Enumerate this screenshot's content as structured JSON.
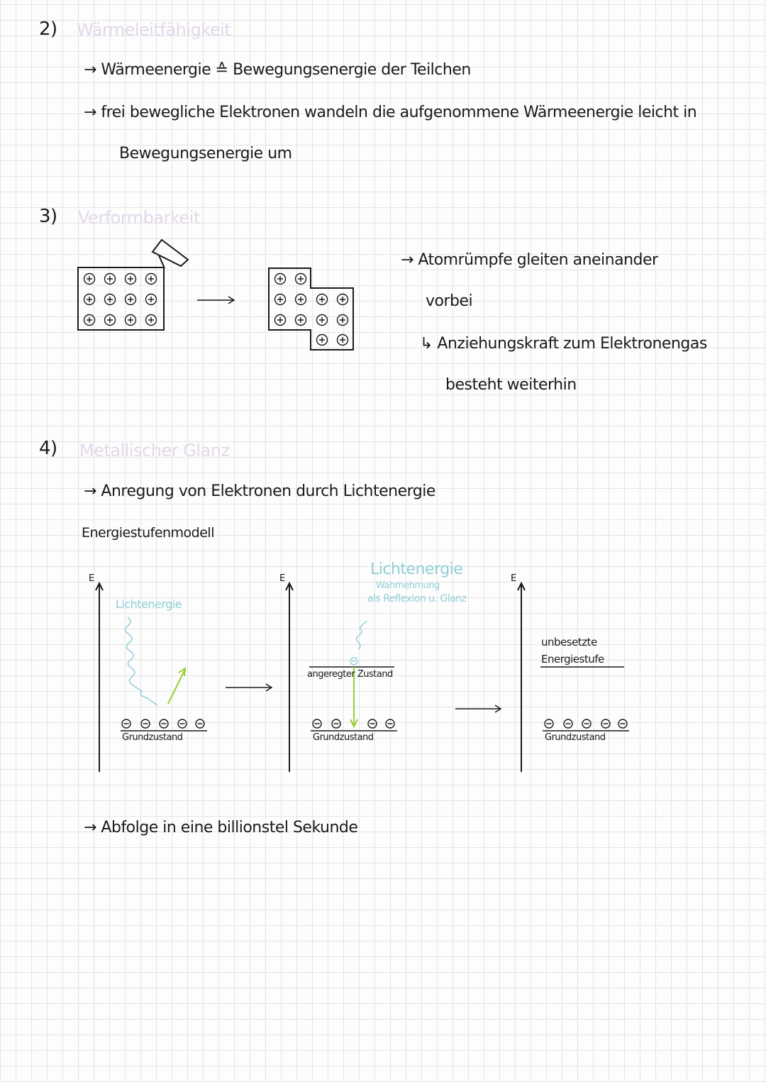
{
  "colors": {
    "heading": "#e2d8ea",
    "ink": "#1a1a1a",
    "light_blue": "#8fcfd6",
    "green": "#9acd32"
  },
  "sections": [
    {
      "number": "2)",
      "heading": "Wärmeleitfähigkeit",
      "lines": [
        "→ Wärmeenergie ≙ Bewegungsenergie der Teilchen",
        "→ frei bewegliche Elektronen wandeln die aufgenommene Wärmeenergie leicht in",
        "Bewegungsenergie um"
      ]
    },
    {
      "number": "3)",
      "heading": "Verformbarkeit",
      "lines": [
        "→ Atomrümpfe gleiten aneinander",
        "vorbei",
        "↳ Anziehungskraft zum Elektronengas",
        "besteht weiterhin"
      ]
    },
    {
      "number": "4)",
      "heading": "Metallischer Glanz",
      "lines": [
        "→ Anregung von Elektronen durch Lichtenergie",
        "Energiestufenmodell",
        "→ Abfolge in eine billionstel Sekunde"
      ]
    }
  ],
  "diagram": {
    "axis_label": "E",
    "ground_state": "Grundzustand",
    "light_energy_1": "Lichtenergie",
    "light_energy_2": "Lichtenergie",
    "perception_1": "Wahrnehmung",
    "perception_2": "als Reflexion u. Glanz",
    "excited_state": "angeregter Zustand",
    "unoccupied_1": "unbesetzte",
    "unoccupied_2": "Energiestufe"
  }
}
